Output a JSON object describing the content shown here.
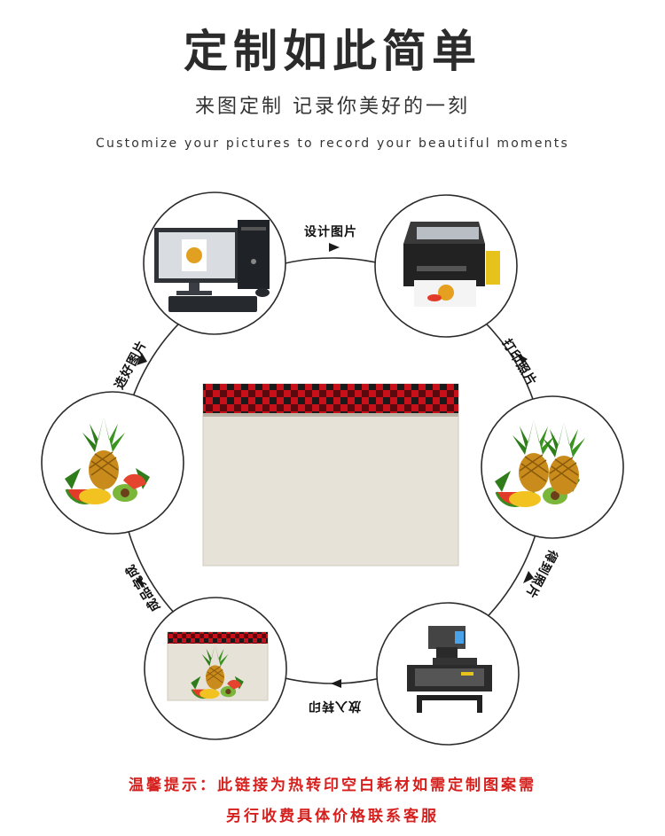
{
  "header": {
    "title": "定制如此简单",
    "subtitle": "来图定制 记录你美好的一刻",
    "subtitle_en": "Customize your pictures to record your beautiful moments"
  },
  "steps": [
    {
      "label": "设计图片",
      "icon": "computer-icon"
    },
    {
      "label": "打印照片",
      "icon": "printer-icon"
    },
    {
      "label": "得到照片",
      "icon": "fruit-photo-icon"
    },
    {
      "label": "放入转印",
      "icon": "heat-press-icon"
    },
    {
      "label": "成品完成",
      "icon": "finished-placemat-icon"
    },
    {
      "label": "选好图片",
      "icon": "fruit-image-icon"
    }
  ],
  "center": {
    "item": "blank-placemat-with-plaid-border"
  },
  "notice": {
    "line1": "温馨提示：此链接为热转印空白耗材如需定制图案需",
    "line2": "另行收费具体价格联系客服"
  },
  "colors": {
    "notice": "#d6201e",
    "plaid_red": "#c8101a",
    "plaid_dark": "#1a1a1a",
    "linen": "#e7e2d8"
  }
}
